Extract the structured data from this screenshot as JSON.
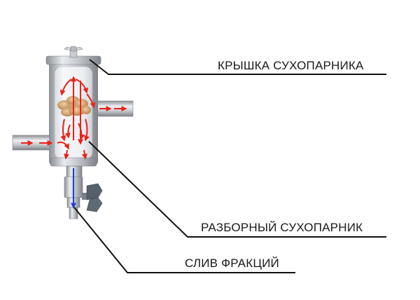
{
  "callouts": {
    "lid": "КРЫШКА СУХОПАРНИКА",
    "body": "РАЗБОРНЫЙ СУХОПАРНИК",
    "drain": "СЛИВ ФРАКЦИЙ"
  },
  "colors": {
    "flow_arrows": "#e8231b",
    "drain_flow": "#1f3fd1",
    "leader_lines": "#111111",
    "metal": "#b8bcc2"
  },
  "icons": [
    "wing-nut-icon",
    "valve-handle-icon",
    "flow-arrow-icon"
  ]
}
